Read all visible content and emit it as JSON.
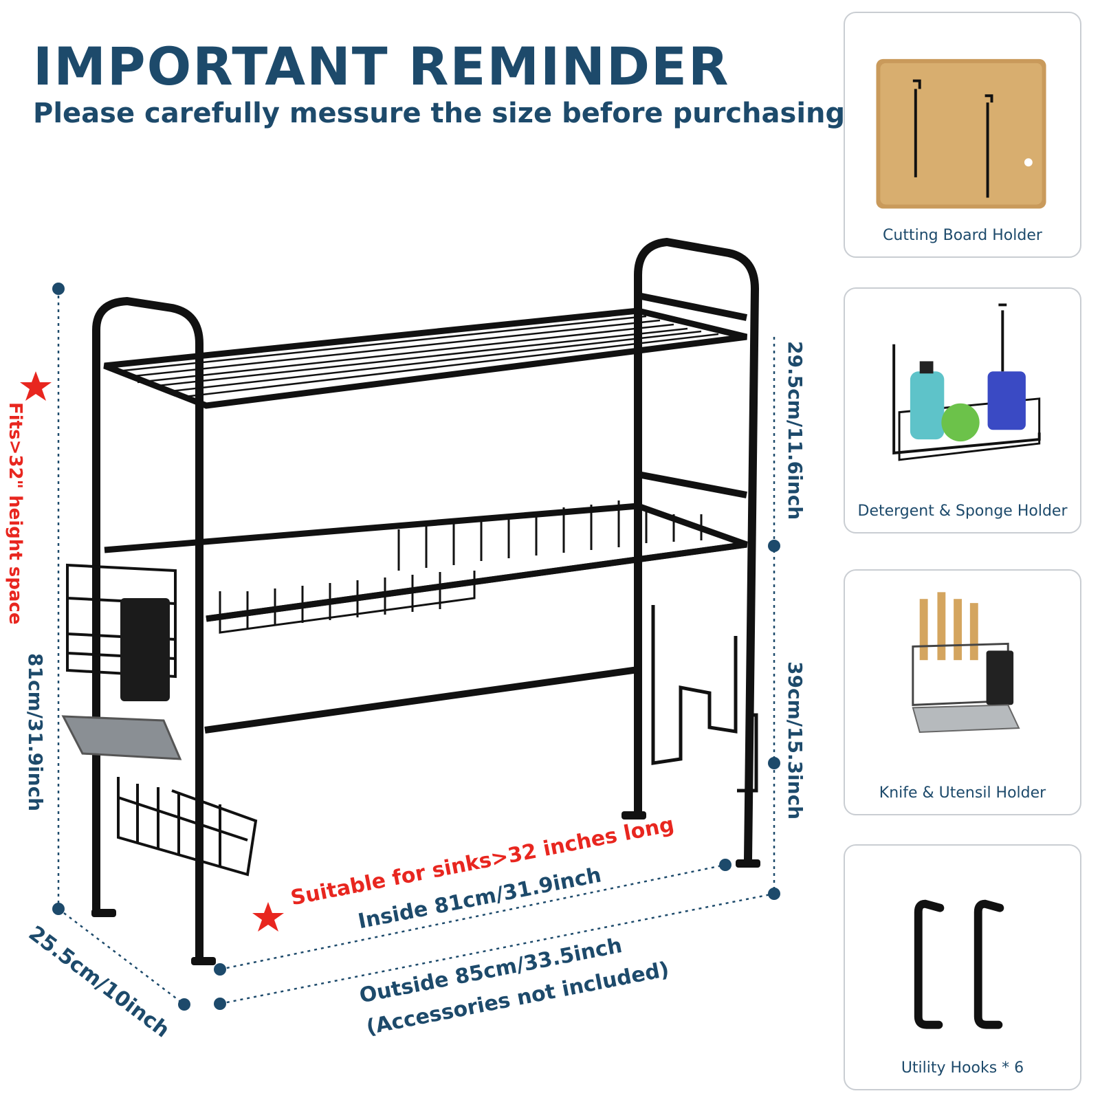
{
  "header": {
    "title": "IMPORTANT REMINDER",
    "subtitle": "Please carefully messure the size before purchasing"
  },
  "dimensions": {
    "total_height": "81cm/31.9inch",
    "fits_height": "Fits>32\" height space",
    "upper_tier": "29.5cm/11.6inch",
    "lower_tier": "39cm/15.3inch",
    "depth": "25.5cm/10inch",
    "sink_note": "Suitable for sinks>32 inches long",
    "inside_width": "Inside 81cm/31.9inch",
    "outside_width": "Outside 85cm/33.5inch",
    "accessories_note": "(Accessories not included)"
  },
  "accessories": [
    {
      "caption": "Cutting Board Holder",
      "icon": "cutting-board-holder-icon"
    },
    {
      "caption": "Detergent & Sponge Holder",
      "icon": "sponge-holder-icon"
    },
    {
      "caption": "Knife & Utensil Holder",
      "icon": "knife-holder-icon"
    },
    {
      "caption": "Utility Hooks * 6",
      "icon": "utility-hooks-icon"
    }
  ],
  "colors": {
    "brand_blue": "#1d4a6b",
    "accent_red": "#e8261f",
    "rack_black": "#111111",
    "card_border": "#c9cdd2"
  }
}
